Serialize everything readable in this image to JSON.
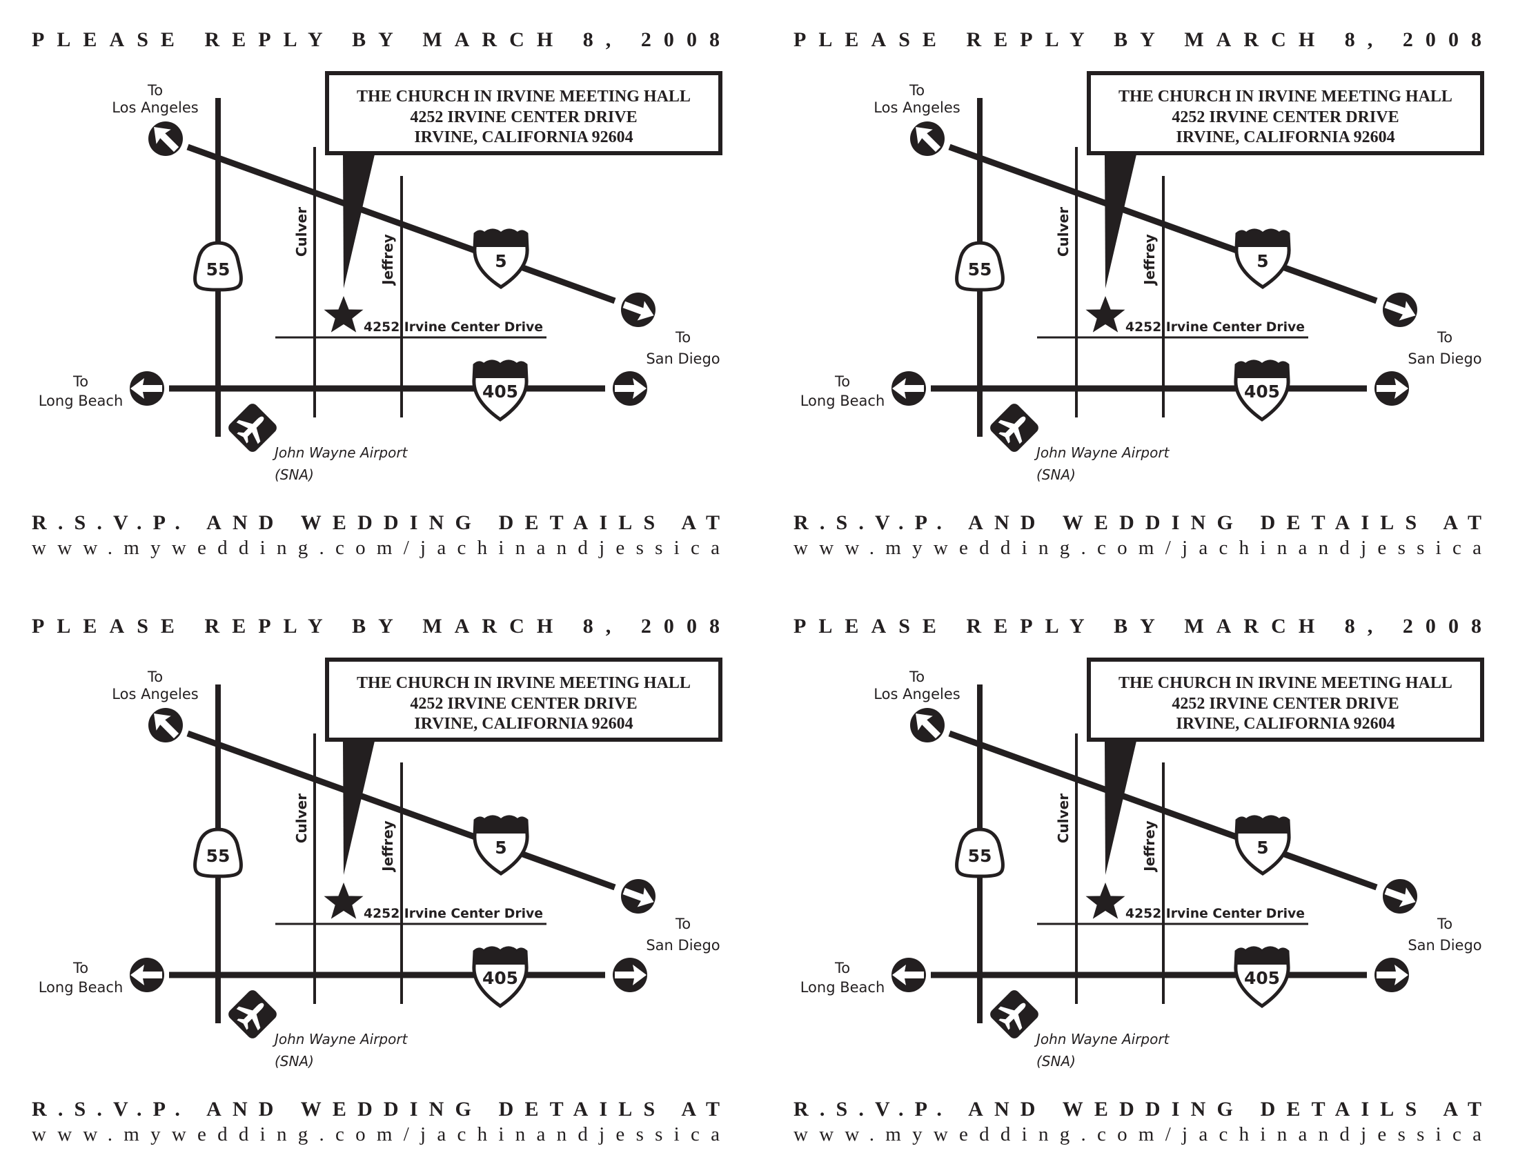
{
  "document": {
    "title": "Wedding RSVP map cards",
    "cards_per_sheet": 4
  },
  "card": {
    "reply_by": "PLEASE REPLY BY MARCH 8, 2008",
    "venue": {
      "name": "THE CHURCH IN IRVINE MEETING HALL",
      "street": "4252 IRVINE CENTER DRIVE",
      "city": "IRVINE, CALIFORNIA 92604"
    },
    "map": {
      "destination_marker_label": "4252 Irvine Center Drive",
      "streets": {
        "culver": "Culver",
        "jeffrey": "Jeffrey"
      },
      "highways": {
        "route_55": "55",
        "interstate_5": "5",
        "interstate_405": "405"
      },
      "directions": {
        "los_angeles": {
          "prefix": "To",
          "place": "Los Angeles"
        },
        "san_diego": {
          "prefix": "To",
          "place": "San Diego"
        },
        "long_beach": {
          "prefix": "To",
          "place": "Long Beach"
        }
      },
      "airport": {
        "name": "John Wayne Airport",
        "code": "(SNA)"
      },
      "icons": {
        "destination": "star-icon",
        "airport": "airplane-icon",
        "direction": "arrow-circle-icon"
      }
    },
    "rsvp_heading": "R.S.V.P. AND WEDDING DETAILS AT",
    "rsvp_url": "www.mywedding.com/jachinandjessica"
  },
  "colors": {
    "ink": "#231f20",
    "paper": "#ffffff"
  }
}
